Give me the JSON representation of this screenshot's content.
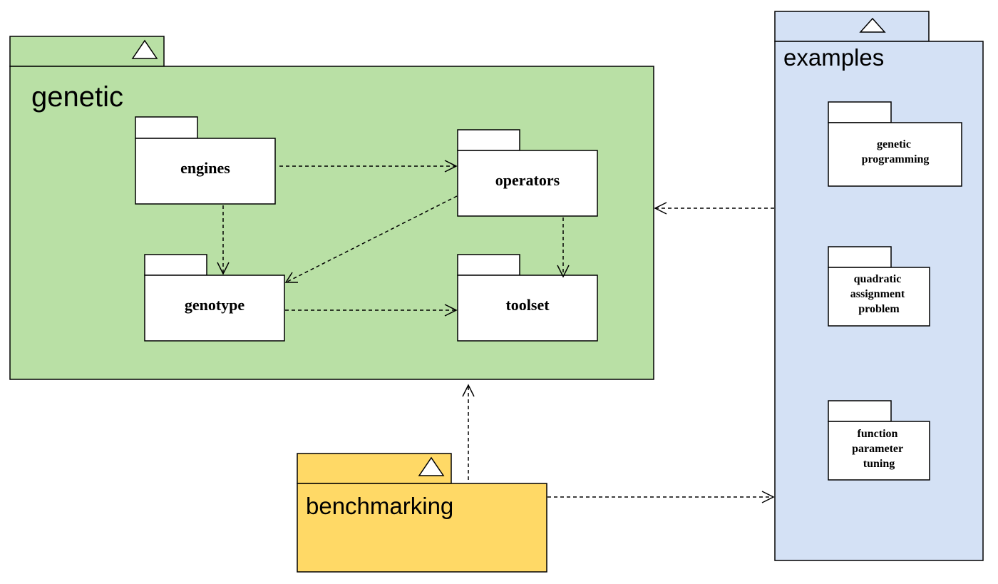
{
  "colors": {
    "genetic_fill": "#b9e0a5",
    "examples_fill": "#d4e1f5",
    "benchmarking_fill": "#ffd966",
    "package_fill": "#ffffff",
    "stroke": "#000000"
  },
  "containers": {
    "genetic": {
      "label": "genetic",
      "icon": "collapse-triangle-icon"
    },
    "examples": {
      "label": "examples",
      "icon": "collapse-triangle-icon"
    },
    "benchmarking": {
      "label": "benchmarking",
      "icon": "collapse-triangle-icon"
    }
  },
  "packages": {
    "engines": "engines",
    "operators": "operators",
    "genotype": "genotype",
    "toolset": "toolset",
    "genetic_programming": [
      "genetic",
      "programming"
    ],
    "quadratic_assignment_problem": [
      "quadratic",
      "assignment",
      "problem"
    ],
    "function_parameter_tuning": [
      "function",
      "parameter",
      "tuning"
    ]
  },
  "dependencies": [
    {
      "from": "engines",
      "to": "operators"
    },
    {
      "from": "engines",
      "to": "genotype"
    },
    {
      "from": "operators",
      "to": "genotype"
    },
    {
      "from": "operators",
      "to": "toolset"
    },
    {
      "from": "genotype",
      "to": "toolset"
    },
    {
      "from": "examples",
      "to": "genetic"
    },
    {
      "from": "benchmarking",
      "to": "genetic"
    },
    {
      "from": "benchmarking",
      "to": "examples"
    }
  ]
}
